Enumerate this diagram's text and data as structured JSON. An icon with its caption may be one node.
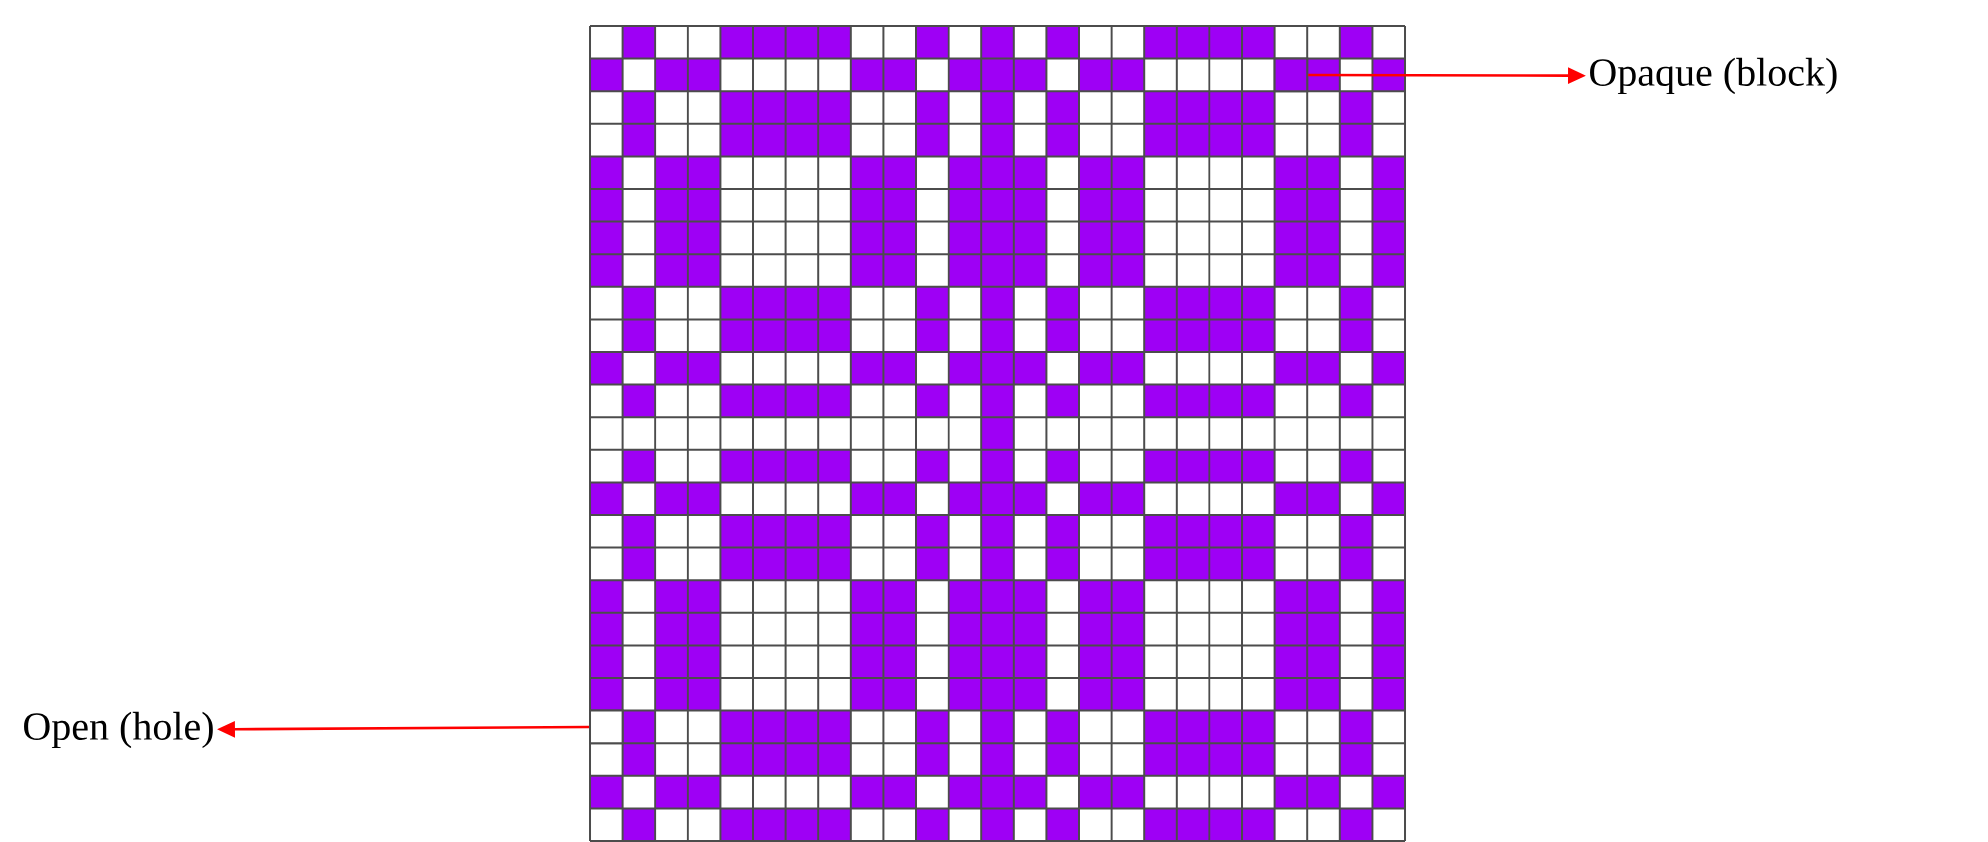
{
  "diagram": {
    "nodes": [
      {
        "text": [
          "Opaque (block)"
        ]
      },
      {
        "text": [
          "Open (hole)"
        ]
      },
      {
        "text": [],
        "shape": "box"
      },
      {
        "text": [],
        "shape": "box"
      }
    ],
    "edges": [
      {
        "from": 2,
        "to": 0,
        "arrow": "to"
      },
      {
        "from": 3,
        "to": 1,
        "arrow": "to"
      }
    ]
  }
}
